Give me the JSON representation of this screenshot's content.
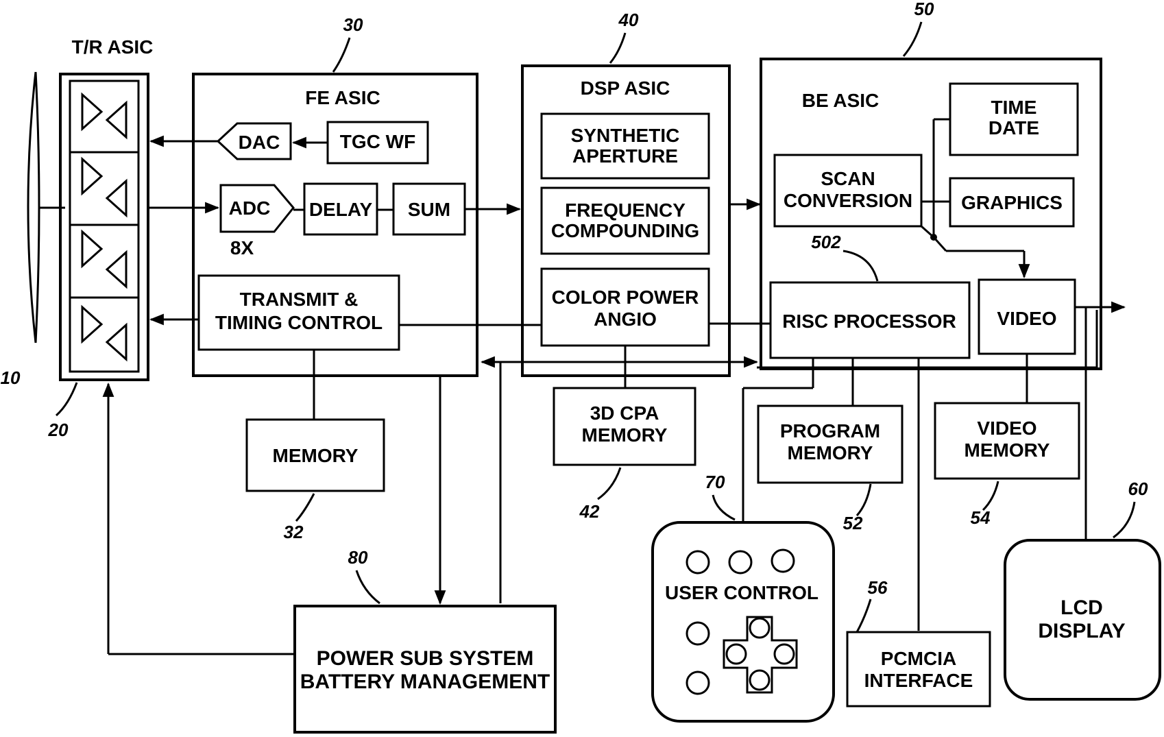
{
  "blocks": {
    "tr_asic": "T/R ASIC",
    "fe_asic": "FE ASIC",
    "dac": "DAC",
    "tgc_wf": "TGC WF",
    "adc": "ADC",
    "adc_mult": "8X",
    "delay": "DELAY",
    "sum": "SUM",
    "transmit_l1": "TRANSMIT &",
    "transmit_l2": "TIMING CONTROL",
    "memory": "MEMORY",
    "dsp_asic": "DSP ASIC",
    "synth_l1": "SYNTHETIC",
    "synth_l2": "APERTURE",
    "freq_l1": "FREQUENCY",
    "freq_l2": "COMPOUNDING",
    "cpa_l1": "COLOR POWER",
    "cpa_l2": "ANGIO",
    "cpa3d_l1": "3D CPA",
    "cpa3d_l2": "MEMORY",
    "be_asic": "BE ASIC",
    "time_l1": "TIME",
    "time_l2": "DATE",
    "scan_l1": "SCAN",
    "scan_l2": "CONVERSION",
    "graphics": "GRAPHICS",
    "risc": "RISC PROCESSOR",
    "video": "VIDEO",
    "progmem_l1": "PROGRAM",
    "progmem_l2": "MEMORY",
    "vidmem_l1": "VIDEO",
    "vidmem_l2": "MEMORY",
    "user_control": "USER CONTROL",
    "pcmcia_l1": "PCMCIA",
    "pcmcia_l2": "INTERFACE",
    "lcd_l1": "LCD",
    "lcd_l2": "DISPLAY",
    "power_l1": "POWER SUB SYSTEM",
    "power_l2": "BATTERY MANAGEMENT"
  },
  "refs": {
    "r10": "10",
    "r20": "20",
    "r30": "30",
    "r32": "32",
    "r40": "40",
    "r42": "42",
    "r50": "50",
    "r502": "502",
    "r52": "52",
    "r54": "54",
    "r56": "56",
    "r60": "60",
    "r70": "70",
    "r80": "80"
  }
}
